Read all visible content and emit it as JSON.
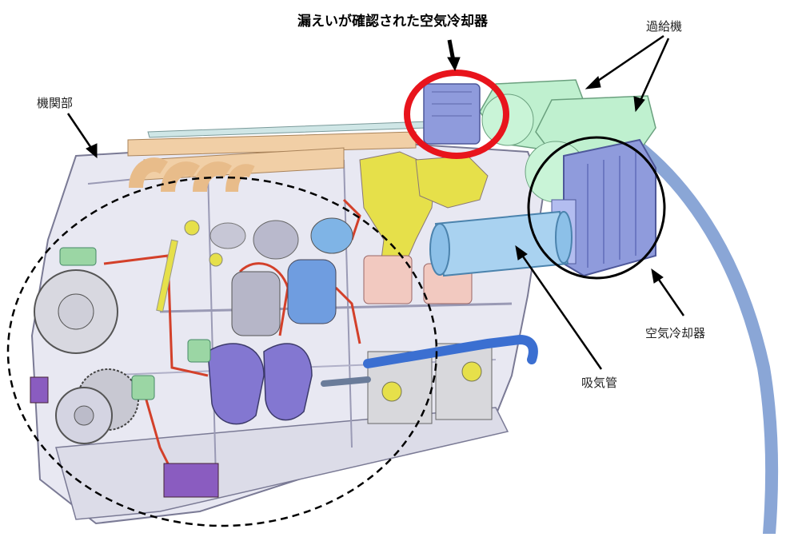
{
  "labels": {
    "leak_title": "漏えいが確認された空気冷却器",
    "turbocharger": "過給機",
    "engine_section": "機関部",
    "air_cooler": "空気冷却器",
    "intake_pipe": "吸気管"
  },
  "colors": {
    "highlight_ring": "#e8141c",
    "blue_arc": "#8aa6d6",
    "engine_body": "#e8e8f2",
    "exhaust_pipes": "#f1cfa6",
    "cooler": "#8f9bdc",
    "turbocharger": "#bff0cf",
    "intake_pipe": "#a9d2f0",
    "yellow_parts": "#e6e04a",
    "red_lines": "#d3402a",
    "purple_parts": "#8a5cc0",
    "water_pipe": "#3b6fd1"
  }
}
